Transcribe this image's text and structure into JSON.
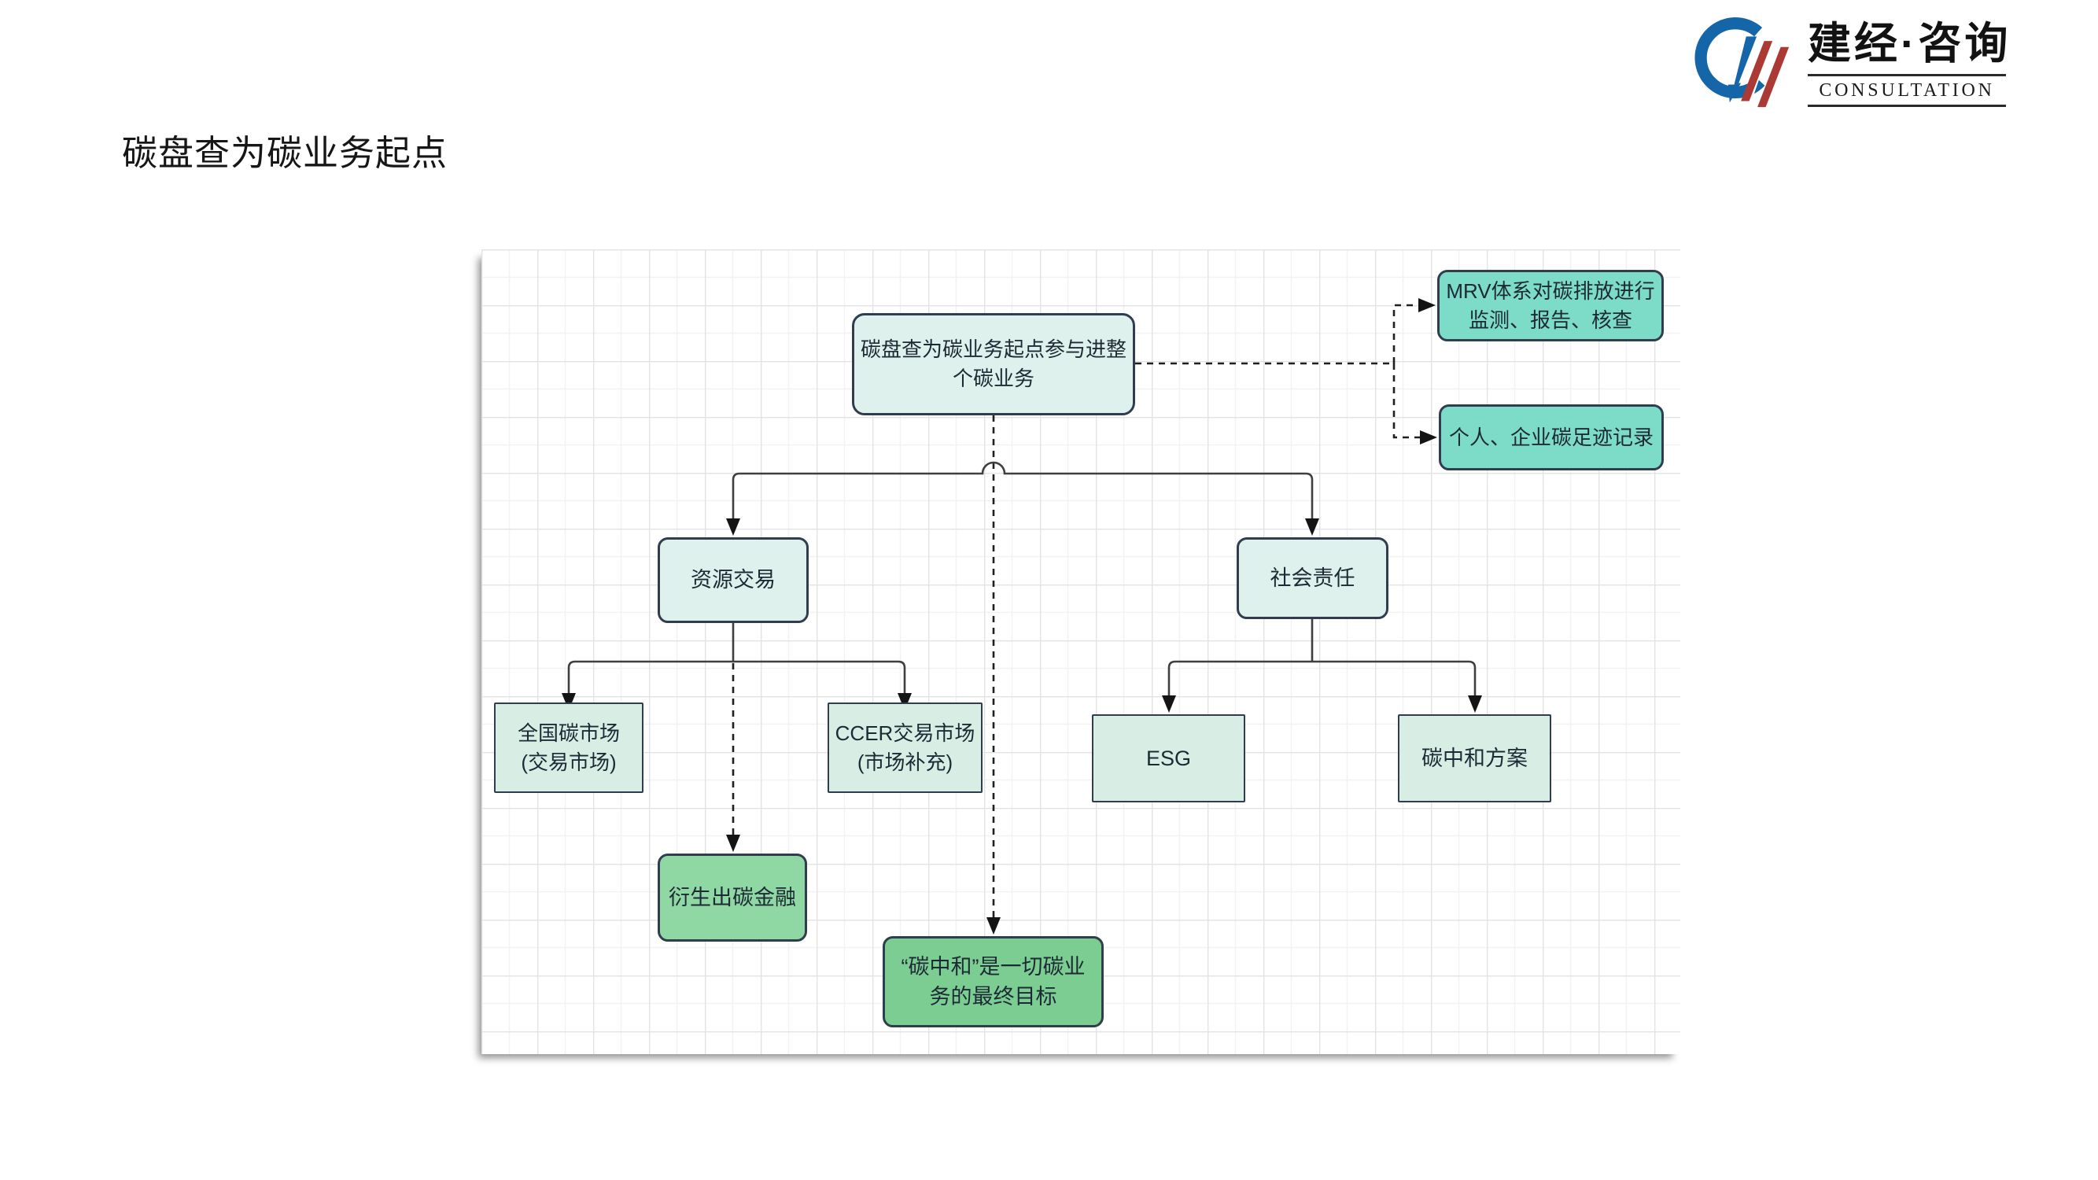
{
  "page": {
    "title": "碳盘查为碳业务起点"
  },
  "logo": {
    "brand": "建经·咨询",
    "subtitle": "CONSULTATION",
    "icon": "company-logo-icon",
    "blue": "#1566a9",
    "red": "#ab3a35"
  },
  "colors": {
    "box_light": "#dff1ec",
    "box_light_square": "#d8eee5",
    "box_teal": "#7ddcc8",
    "box_green": "#90d8a3",
    "box_green_dark": "#7bcd92",
    "node_border": "#2f3d4f",
    "solid_line": "#3f3f3f",
    "dashed_line": "#1f1f1f",
    "grid_minor": "#f2f2f2",
    "grid_major": "#e3e3e3"
  },
  "diagram": {
    "nodes": {
      "root": {
        "line1": "碳盘查为碳业务起点参与进整",
        "line2": "个碳业务"
      },
      "mrv": {
        "line1": "MRV体系对碳排放进行",
        "line2": "监测、报告、核查"
      },
      "footprint": {
        "line1": "个人、企业碳足迹记录"
      },
      "ziyuan": {
        "line1": "资源交易"
      },
      "shehui": {
        "line1": "社会责任"
      },
      "quanguo": {
        "line1": "全国碳市场",
        "line2": "(交易市场)"
      },
      "ccer": {
        "line1": "CCER交易市场",
        "line2": "(市场补充)"
      },
      "esg": {
        "line1": "ESG"
      },
      "fangan": {
        "line1": "碳中和方案"
      },
      "yansheng": {
        "line1": "衍生出碳金融"
      },
      "final": {
        "line1": "“碳中和”是一切碳业",
        "line2": "务的最终目标"
      }
    }
  }
}
